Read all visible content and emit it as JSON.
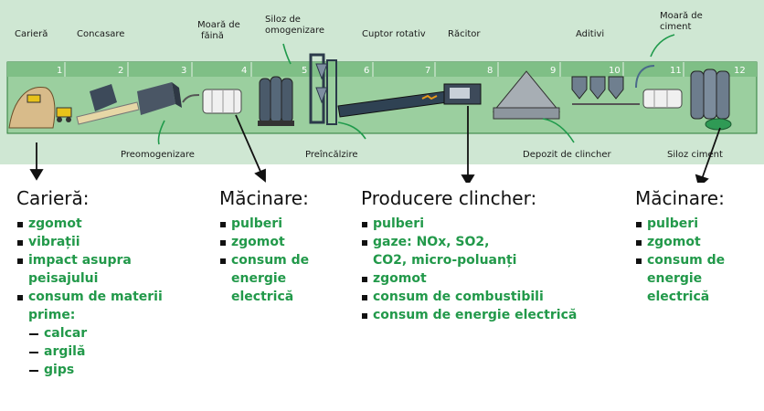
{
  "diagram": {
    "stages": [
      "Carieră",
      "Concasare",
      "Moară de făină",
      "Siloz de omogenizare",
      "Cuptor rotativ",
      "Răcitor",
      "Aditivi",
      "Moară de ciment"
    ],
    "bottom_labels": [
      "Preomogenizare",
      "Preîncălzire",
      "Depozit de clincher",
      "Siloz ciment"
    ],
    "step_numbers": [
      "1",
      "2",
      "3",
      "4",
      "5",
      "6",
      "7",
      "8",
      "9",
      "10",
      "11",
      "12"
    ],
    "colors": {
      "band": "#cfe7d3",
      "strip": "#9bcf9f",
      "arrow": "#1f9a4b",
      "text_green": "#22994a"
    }
  },
  "columns": [
    {
      "title": "Carieră:",
      "items": [
        {
          "text": "zgomot"
        },
        {
          "text": "vibrații"
        },
        {
          "text": "impact asupra\npeisajului"
        },
        {
          "text": "consum de materii\nprime:"
        },
        {
          "text": "calcar",
          "sub": true
        },
        {
          "text": "argilă",
          "sub": true
        },
        {
          "text": "gips",
          "sub": true
        }
      ]
    },
    {
      "title": "Măcinare:",
      "items": [
        {
          "text": "pulberi"
        },
        {
          "text": "zgomot"
        },
        {
          "text": "consum de\nenergie\nelectrică"
        }
      ]
    },
    {
      "title": "Producere clincher:",
      "items": [
        {
          "text": "pulberi"
        },
        {
          "text": "gaze: NOx, SO2,\nCO2, micro-poluanți"
        },
        {
          "text": "zgomot"
        },
        {
          "text": "consum de combustibili"
        },
        {
          "text": "consum de energie electrică"
        }
      ]
    },
    {
      "title": "Măcinare:",
      "items": [
        {
          "text": "pulberi"
        },
        {
          "text": "zgomot"
        },
        {
          "text": "consum de\nenergie\nelectrică"
        }
      ]
    }
  ]
}
